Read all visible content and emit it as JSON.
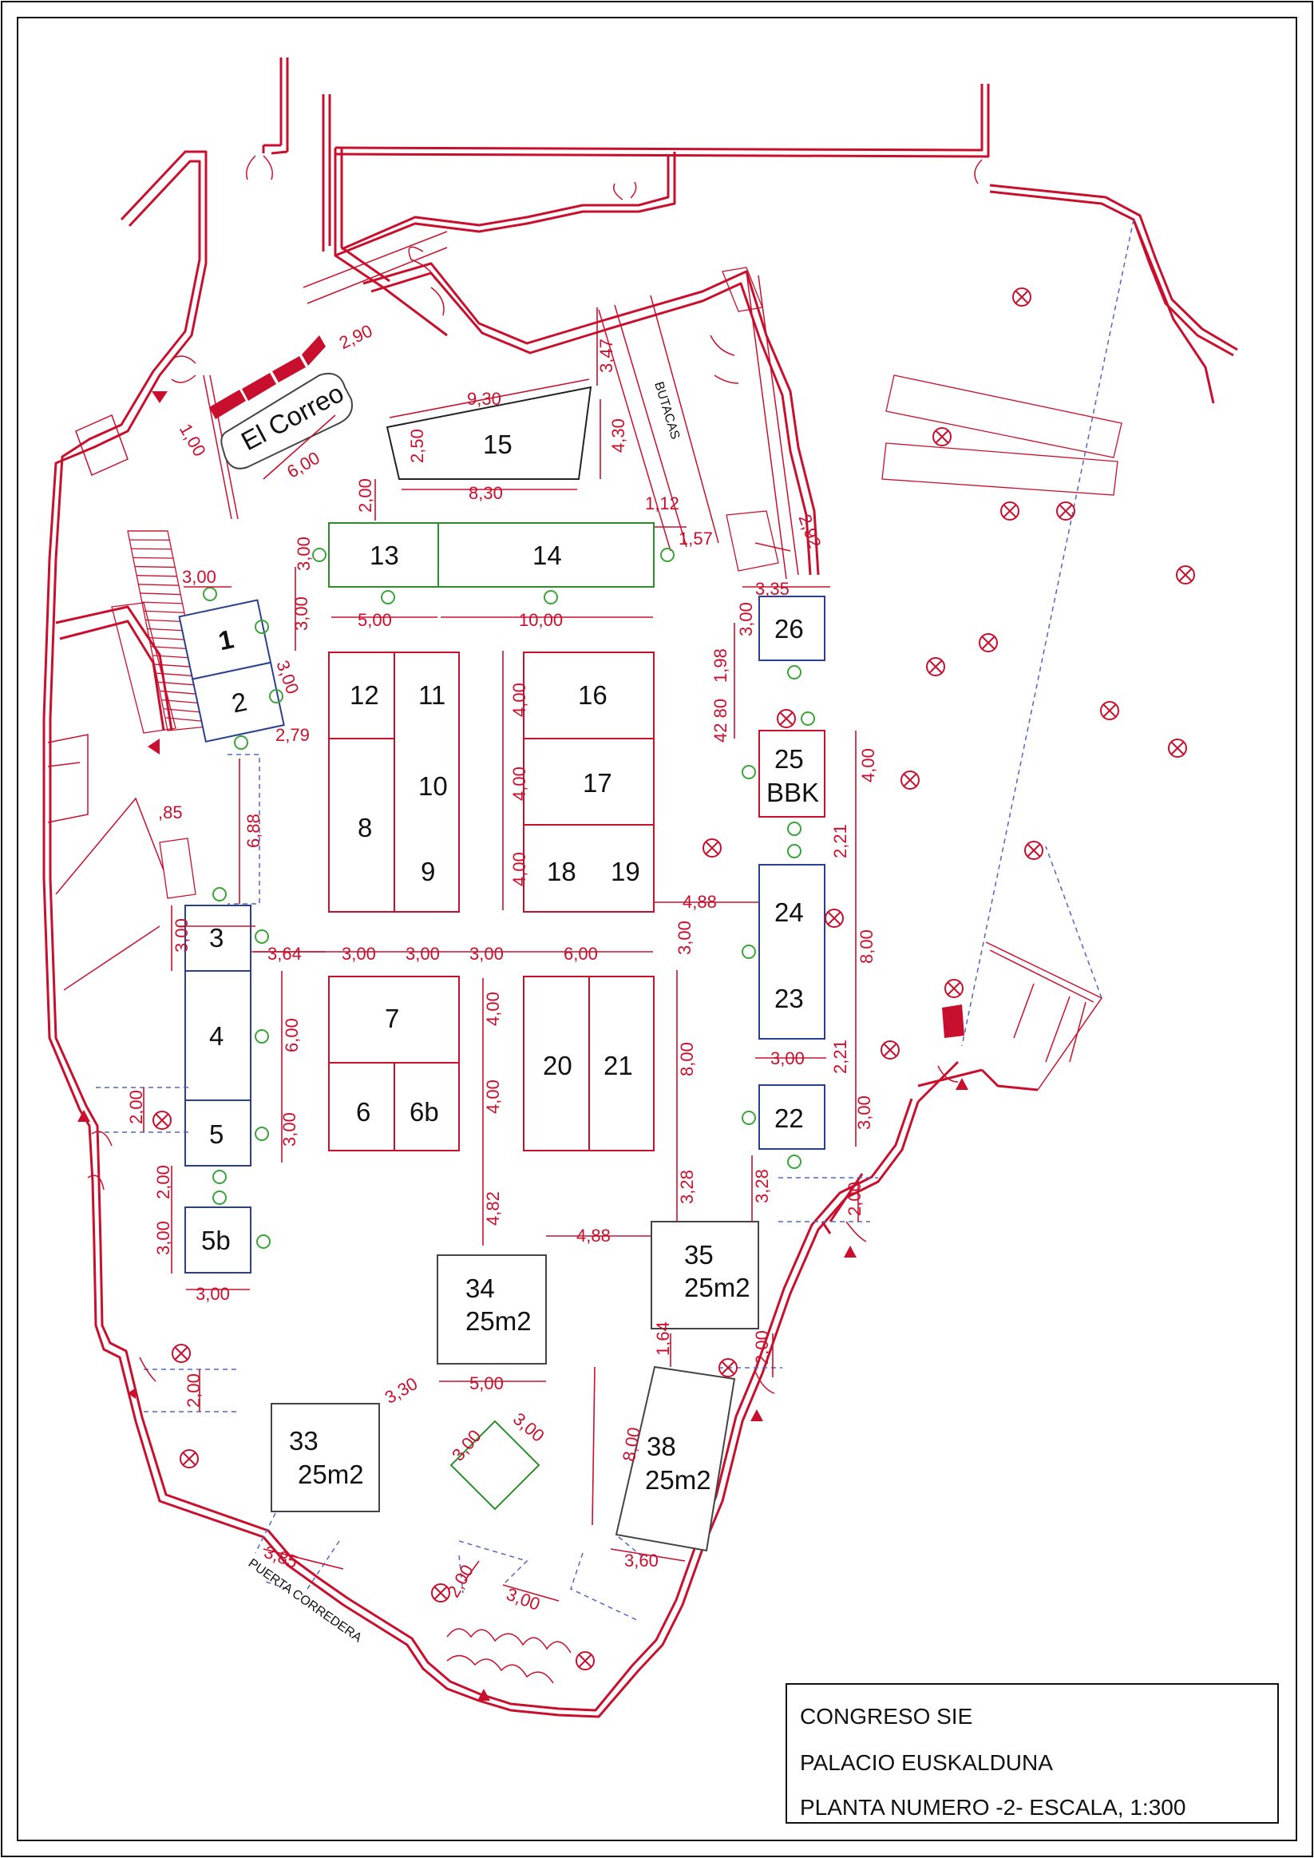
{
  "title_block": {
    "line1": "CONGRESO SIE",
    "line2": "PALACIO EUSKALDUNA",
    "line3": "PLANTA NUMERO -2- ESCALA, 1:300"
  },
  "labels": {
    "el_correo": "El Correo",
    "butacas": "BUTACAS",
    "puerta_corredera": "PUERTA CORREDERA"
  },
  "booths": {
    "b1": "1",
    "b2": "2",
    "b3": "3",
    "b4": "4",
    "b5": "5",
    "b5b": "5b",
    "b6": "6",
    "b6b": "6b",
    "b7": "7",
    "b8": "8",
    "b9": "9",
    "b10": "10",
    "b11": "11",
    "b12": "12",
    "b13": "13",
    "b14": "14",
    "b15": "15",
    "b16": "16",
    "b17": "17",
    "b18": "18",
    "b19": "19",
    "b20": "20",
    "b21": "21",
    "b22": "22",
    "b23": "23",
    "b24": "24",
    "b25": "25",
    "b25_sub": "BBK",
    "b26": "26",
    "b33": "33",
    "b33_area": "25m2",
    "b34": "34",
    "b34_area": "25m2",
    "b35": "35",
    "b35_area": "25m2",
    "b38": "38",
    "b38_area": "25m2"
  },
  "dimensions": {
    "d290": "2,90",
    "d100": "1,00",
    "d600": "6,00",
    "d930": "9,30",
    "d347": "3,47",
    "d250": "2,50",
    "d830": "8,30",
    "d430": "4,30",
    "d200a": "2,00",
    "d112": "1,12",
    "d157": "1,57",
    "d292": "2,92",
    "d335": "3,35",
    "d300a": "3,00",
    "d300b": "3,00",
    "d300c": "3,00",
    "d300d": "3,00",
    "d500a": "5,00",
    "d1000": "10,00",
    "d279": "2,79",
    "d400a": "4,00",
    "d400b": "4,00",
    "d400c": "4,00",
    "d300e": "3,00",
    "d198": "1,98",
    "d4280": "42 80",
    "d400d": "4,00",
    "d221a": "2,21",
    "d800a": "8,00",
    "d221b": "2,21",
    "d300f": "3,00",
    "d085": ",85",
    "d688": "6,88",
    "d488a": "4,88",
    "d300g": "3,00",
    "d364": "3,64",
    "d300h": "3,00",
    "d300i": "3,00",
    "d300j": "3,00",
    "d600b": "6,00",
    "d600c": "6,00",
    "d300k": "3,00",
    "d400e": "4,00",
    "d400f": "4,00",
    "d300l": "3,00",
    "d800b": "8,00",
    "d300m": "3,00",
    "d200b": "2,00",
    "d200c": "2,00",
    "d300n": "3,00",
    "d300o": "3,00",
    "d482": "4,82",
    "d488b": "4,88",
    "d328a": "3,28",
    "d328b": "3,28",
    "d200d": "2,00",
    "d164": "1,64",
    "d200e": "2,00",
    "d500b": "5,00",
    "d330": "3,30",
    "d200f": "2,00",
    "d300p": "3,00",
    "d300q": "3,00",
    "d800c": "8,00",
    "d360": "3,60",
    "d385": "3,85",
    "d200g": "2,00",
    "d300r": "3,00"
  }
}
